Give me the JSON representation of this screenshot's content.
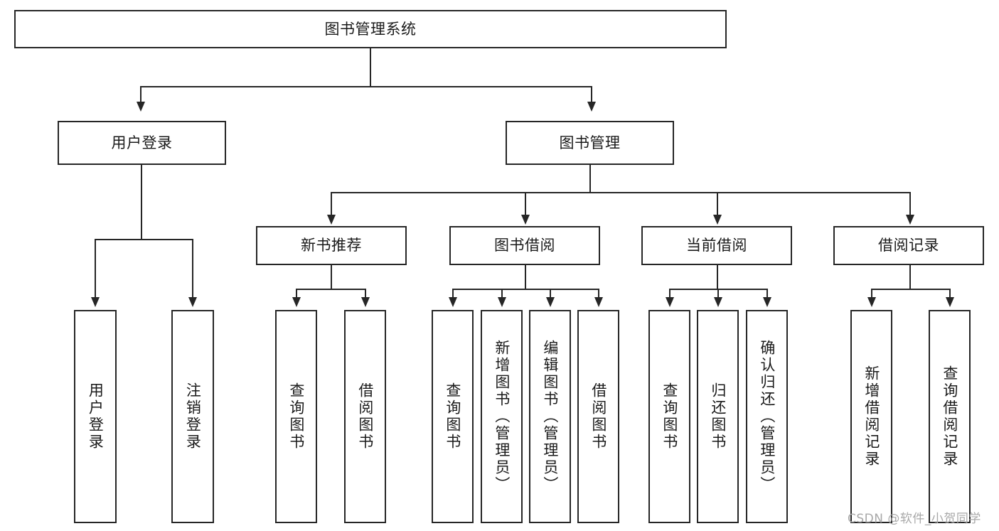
{
  "diagram": {
    "type": "tree-hierarchy",
    "title": "图书管理系统",
    "watermark": "CSDN @软件_小贺同学",
    "colors": {
      "stroke": "#262626",
      "background": "#ffffff",
      "text": "#1a1a1a",
      "watermark": "#a8a8a8"
    },
    "levels": {
      "root": "图书管理系统",
      "level2": [
        "用户登录",
        "图书管理"
      ],
      "level3": [
        "新书推荐",
        "图书借阅",
        "当前借阅",
        "借阅记录"
      ]
    },
    "nodes": {
      "root": "图书管理系统",
      "user_login": "用户登录",
      "book_manage": "图书管理",
      "new_book_rec": "新书推荐",
      "book_borrow": "图书借阅",
      "current_borrow": "当前借阅",
      "borrow_record": "借阅记录",
      "leaf_user_login": "用户登录",
      "leaf_user_logout": "注销登录",
      "leaf_query_book_1": "查询图书",
      "leaf_borrow_book_1": "借阅图书",
      "leaf_query_book_2": "查询图书",
      "leaf_add_book_admin": "新增图书（管理员）",
      "leaf_edit_book_admin": "编辑图书（管理员）",
      "leaf_borrow_book_2": "借阅图书",
      "leaf_query_book_3": "查询图书",
      "leaf_return_book": "归还图书",
      "leaf_confirm_return_admin": "确认归还（管理员）",
      "leaf_add_record": "新增借阅记录",
      "leaf_query_record": "查询借阅记录"
    },
    "edges": [
      {
        "from": "图书管理系统",
        "to": "用户登录"
      },
      {
        "from": "图书管理系统",
        "to": "图书管理"
      },
      {
        "from": "用户登录",
        "to": "用户登录"
      },
      {
        "from": "用户登录",
        "to": "注销登录"
      },
      {
        "from": "图书管理",
        "to": "新书推荐"
      },
      {
        "from": "图书管理",
        "to": "图书借阅"
      },
      {
        "from": "图书管理",
        "to": "当前借阅"
      },
      {
        "from": "图书管理",
        "to": "借阅记录"
      },
      {
        "from": "新书推荐",
        "to": "查询图书"
      },
      {
        "from": "新书推荐",
        "to": "借阅图书"
      },
      {
        "from": "图书借阅",
        "to": "查询图书"
      },
      {
        "from": "图书借阅",
        "to": "新增图书（管理员）"
      },
      {
        "from": "图书借阅",
        "to": "编辑图书（管理员）"
      },
      {
        "from": "图书借阅",
        "to": "借阅图书"
      },
      {
        "from": "当前借阅",
        "to": "查询图书"
      },
      {
        "from": "当前借阅",
        "to": "归还图书"
      },
      {
        "from": "当前借阅",
        "to": "确认归还（管理员）"
      },
      {
        "from": "借阅记录",
        "to": "新增借阅记录"
      },
      {
        "from": "借阅记录",
        "to": "查询借阅记录"
      }
    ]
  }
}
